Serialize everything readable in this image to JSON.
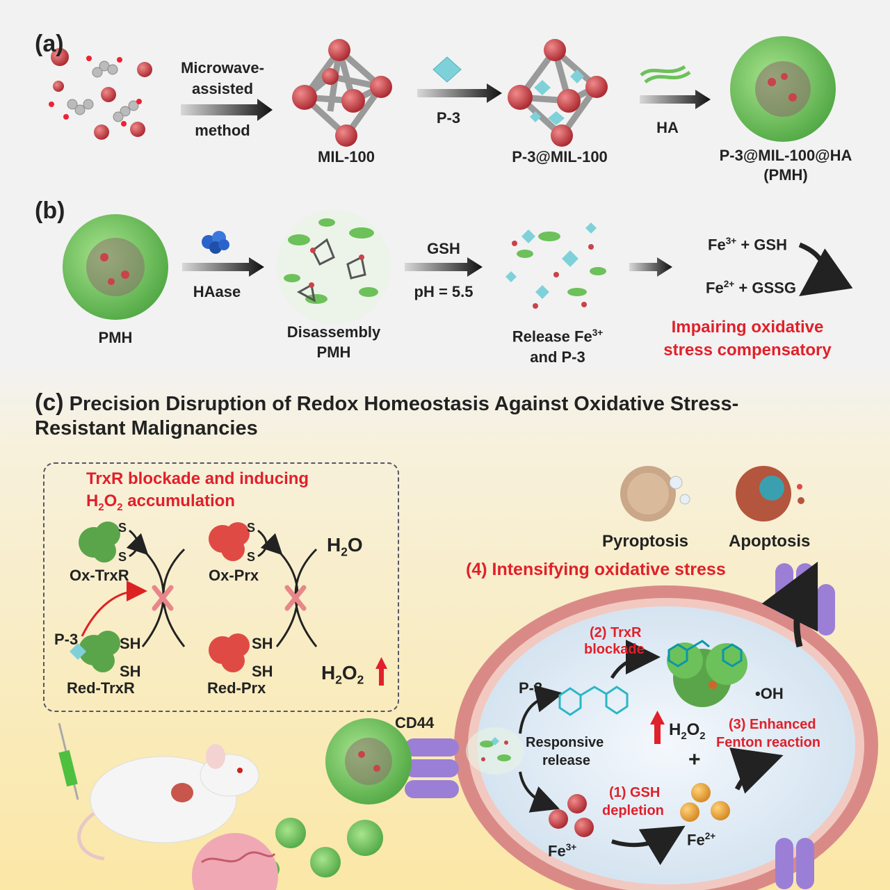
{
  "panel_a": {
    "label": "(a)",
    "arrow1_top": "Microwave-",
    "arrow1_mid": "assisted",
    "arrow1_bottom": "method",
    "mil100": "MIL-100",
    "arrow2": "P-3",
    "p3mil": "P-3@MIL-100",
    "arrow3": "HA",
    "pmh_line1": "P-3@MIL-100@HA",
    "pmh_line2": "(PMH)"
  },
  "panel_b": {
    "label": "(b)",
    "pmh": "PMH",
    "haase": "HAase",
    "disassembly_1": "Disassembly",
    "disassembly_2": "PMH",
    "gsh": "GSH",
    "ph": "pH = 5.5",
    "release_1": "Release Fe",
    "release_sup": "3+",
    "release_2": "and P-3",
    "eq1_fe": "Fe",
    "eq1_sup": "3+",
    "eq1_rest": " + GSH",
    "eq2_fe": "Fe",
    "eq2_sup": "2+",
    "eq2_rest": " + GSSG",
    "impair_1": "Impairing oxidative",
    "impair_2": "stress compensatory"
  },
  "panel_c": {
    "label": "(c)",
    "title_1": "Precision Disruption of Redox Homeostasis Against Oxidative Stress-",
    "title_2": "Resistant Malignancies",
    "box_title_1": "TrxR blockade and inducing",
    "box_title_2a": "H",
    "box_title_2sub": "2",
    "box_title_2b": "O",
    "box_title_2sub2": "2",
    "box_title_2c": " accumulation",
    "ox_trxr": "Ox-TrxR",
    "ox_prx": "Ox-Prx",
    "red_trxr": "Red-TrxR",
    "red_prx": "Red-Prx",
    "p3": "P-3",
    "s": "S",
    "sh": "SH",
    "h2o_h": "H",
    "h2o_sub": "2",
    "h2o_o": "O",
    "h2o2_h": "H",
    "h2o2_sub": "2",
    "h2o2_o": "O",
    "h2o2_sub2": "2",
    "pyroptosis": "Pyroptosis",
    "apoptosis": "Apoptosis",
    "intensify": "(4) Intensifying oxidative stress",
    "cd44": "CD44",
    "p3_cell": "P-3",
    "responsive_1": "Responsive",
    "responsive_2": "release",
    "trxr_block_1": "(2) TrxR",
    "trxr_block_2": "blockade",
    "oh": "•OH",
    "fenton_1": "(3) Enhanced",
    "fenton_2": "Fenton reaction",
    "plus": "+",
    "gsh_dep_1": "(1) GSH",
    "gsh_dep_2": "depletion",
    "fe3": "Fe",
    "fe3_sup": "3+",
    "fe2": "Fe",
    "fe2_sup": "2+"
  },
  "colors": {
    "accent_red": "#e0202a",
    "iron_red": "#c8434a",
    "ha_green": "#6cc15a",
    "p3_cyan": "#7fd1d9",
    "membrane": "#d98a87",
    "receptor_purple": "#9b7fd6",
    "fe2_orange": "#e9a23b"
  }
}
